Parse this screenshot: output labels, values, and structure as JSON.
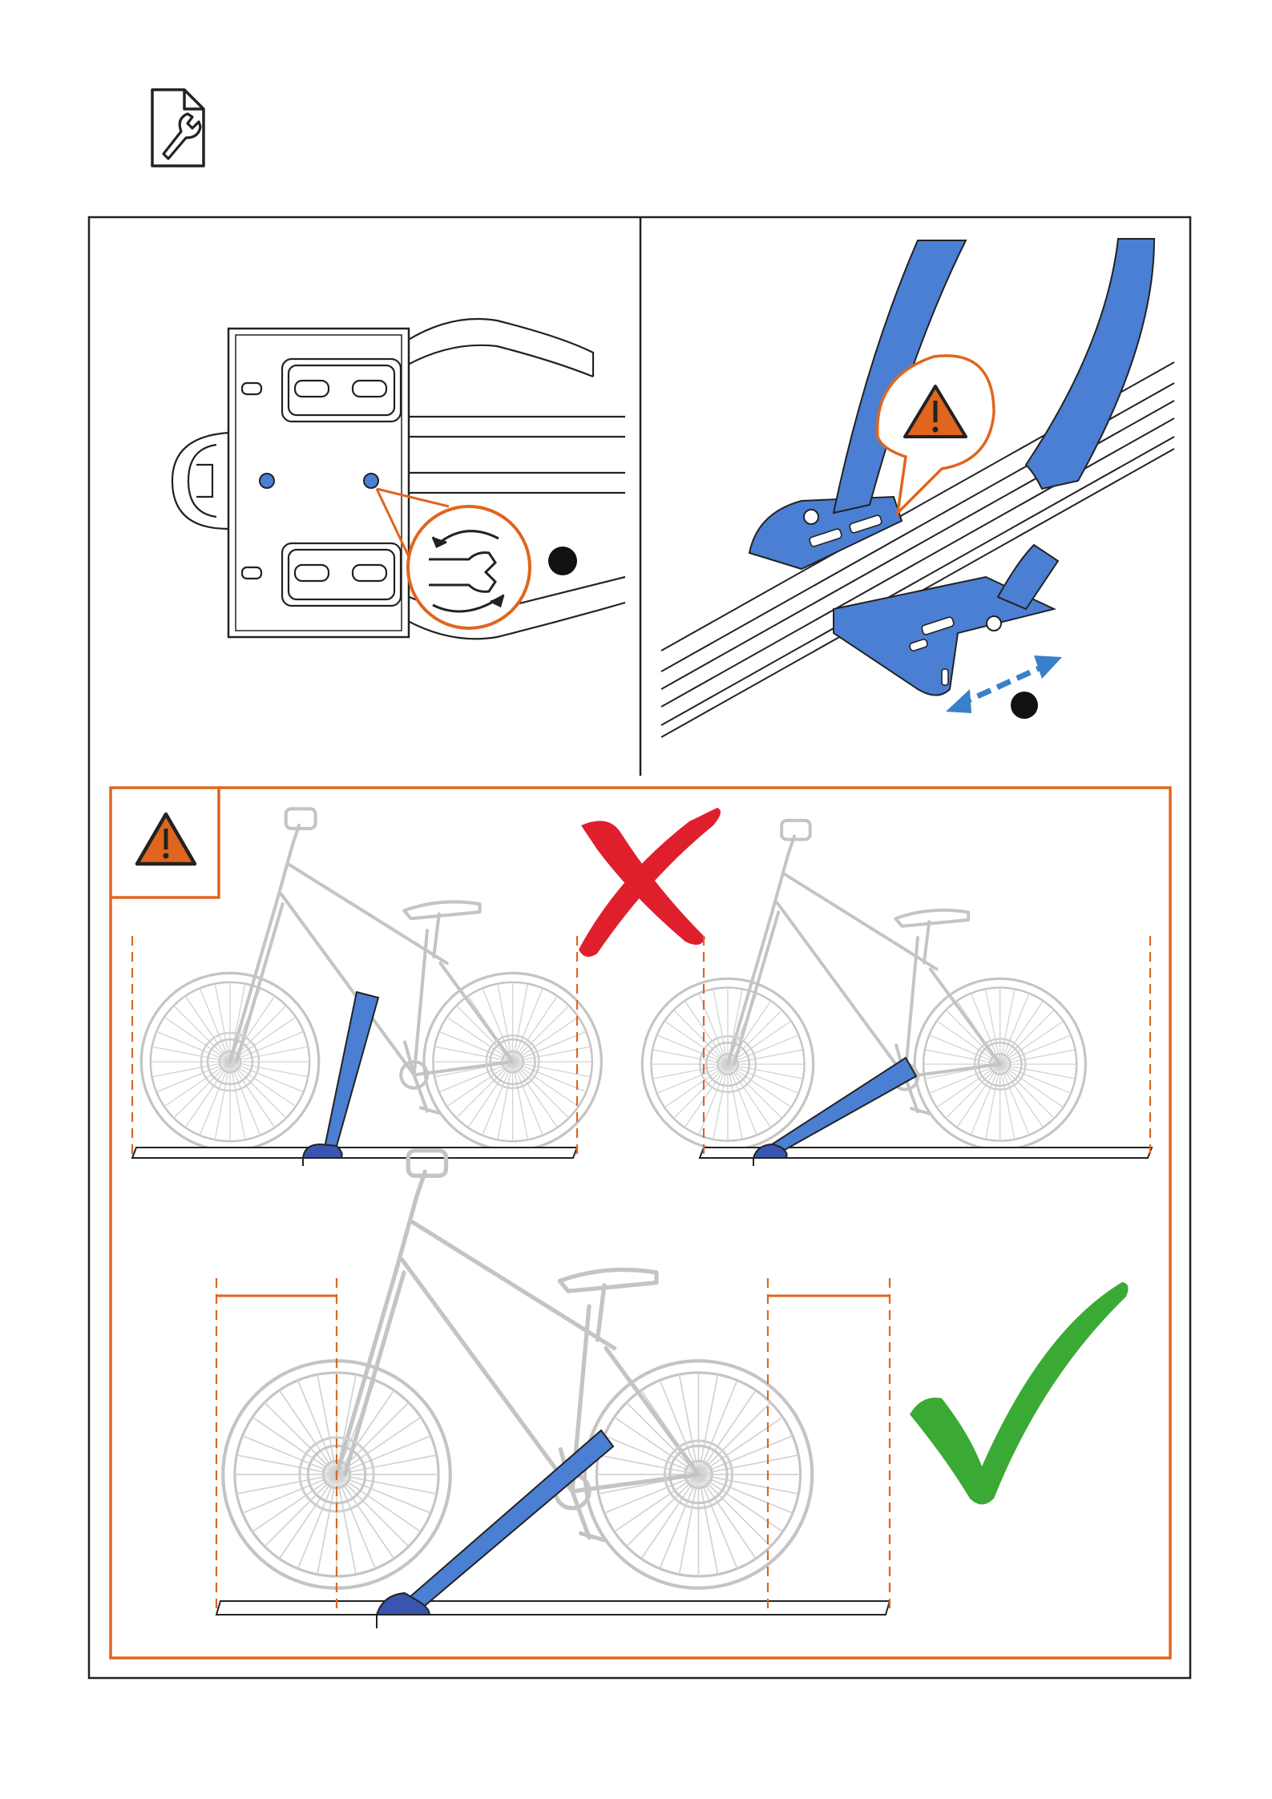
{
  "header": {
    "icon": "tool-document-icon"
  },
  "colors": {
    "line": "#222222",
    "rack_blue": "#4a7fd4",
    "rack_blue_dark": "#3a55b0",
    "accent_orange": "#e0651e",
    "warning_fill": "#e0651e",
    "wrong_red": "#e01f2d",
    "right_green": "#3aaa35",
    "bike_gray": "#bdbdbd",
    "step_dot": "#111111"
  },
  "panels": [
    {
      "name": "screw-adjust-panel",
      "icons": [
        "wrench-rotate-icon",
        "step-dot-icon"
      ]
    },
    {
      "name": "slide-adjust-panel",
      "icons": [
        "warning-icon",
        "slide-arrow-icon",
        "step-dot-icon"
      ]
    },
    {
      "name": "positioning-warning-panel",
      "icons": [
        "warning-icon",
        "wrong-cross-icon",
        "correct-check-icon"
      ]
    }
  ]
}
